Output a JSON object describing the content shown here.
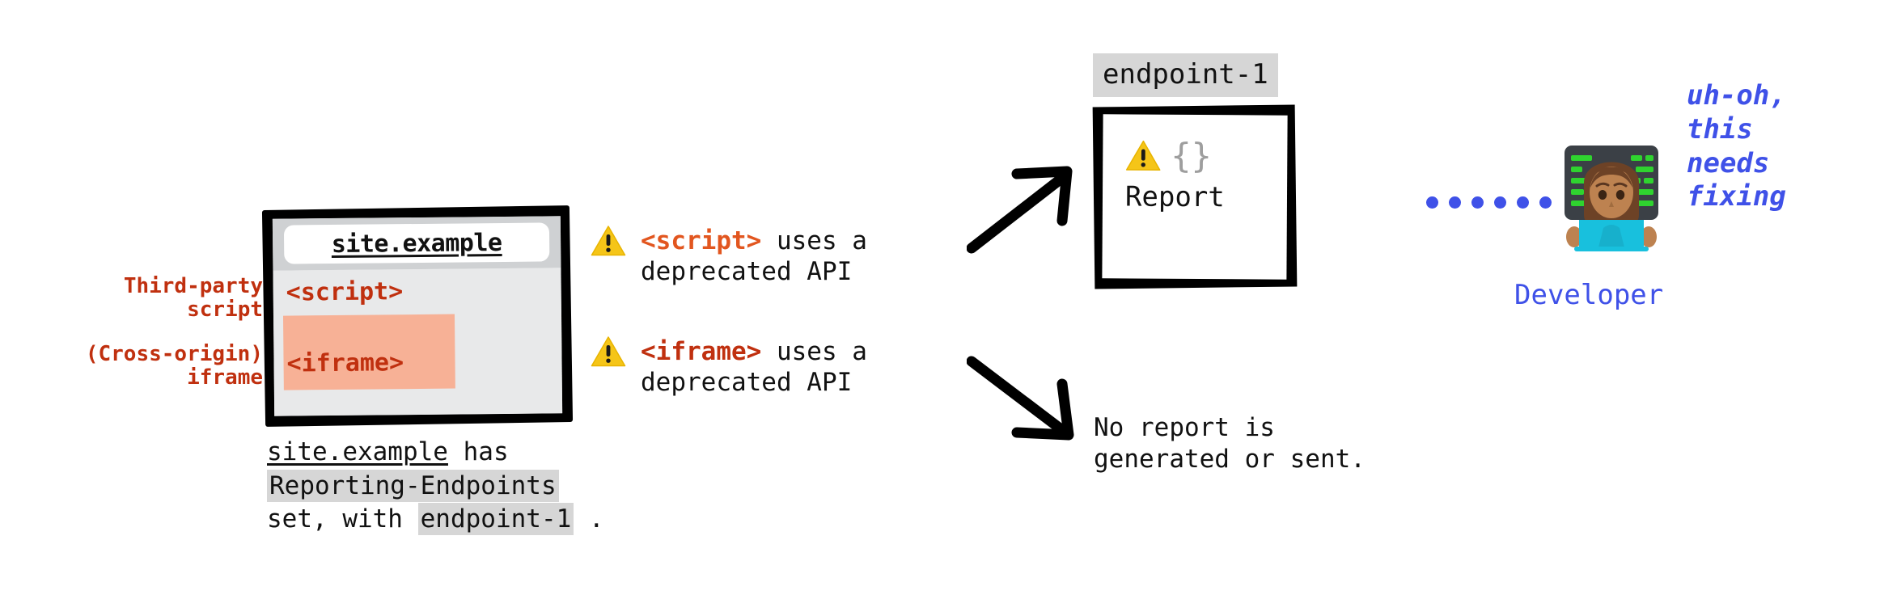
{
  "left_labels": [
    {
      "name": "third-party-script",
      "lines": [
        "Third-party",
        "script"
      ]
    },
    {
      "name": "cross-origin-iframe",
      "lines": [
        "(Cross-origin)",
        "iframe"
      ]
    }
  ],
  "browser": {
    "url": "site.example",
    "script_tag": "<script>",
    "iframe_tag": "<iframe>"
  },
  "browser_caption": {
    "line1_a": "site.example",
    "line1_b": " has",
    "line2_chip": "Reporting-Endpoints",
    "line3_a": "set, with ",
    "line3_chip": "endpoint-1",
    "line3_b": " ."
  },
  "warnings": [
    {
      "icon": "warning-triangle-icon",
      "tag": "<script>",
      "rest": " uses a",
      "line2": "deprecated API"
    },
    {
      "icon": "warning-triangle-icon",
      "tag": "<iframe>",
      "rest": " uses a",
      "line2": "deprecated API"
    }
  ],
  "report": {
    "badge": "endpoint-1",
    "braces": "{}",
    "label": "Report"
  },
  "no_report": {
    "line1": "No report is",
    "line2": "generated or sent."
  },
  "connector": {
    "dot_count": 6
  },
  "developer": {
    "label": "Developer",
    "speech": [
      "uh-oh,",
      "this",
      "needs",
      "fixing"
    ]
  },
  "colors": {
    "tag_red": "#c0300f",
    "tag_orange": "#e2561f",
    "iframe_highlight": "#f7b196",
    "chip_gray": "#d6d6d6",
    "blue": "#3f51e8",
    "warning_yellow": "#f5c518",
    "braces_gray": "#9e9e9e"
  }
}
